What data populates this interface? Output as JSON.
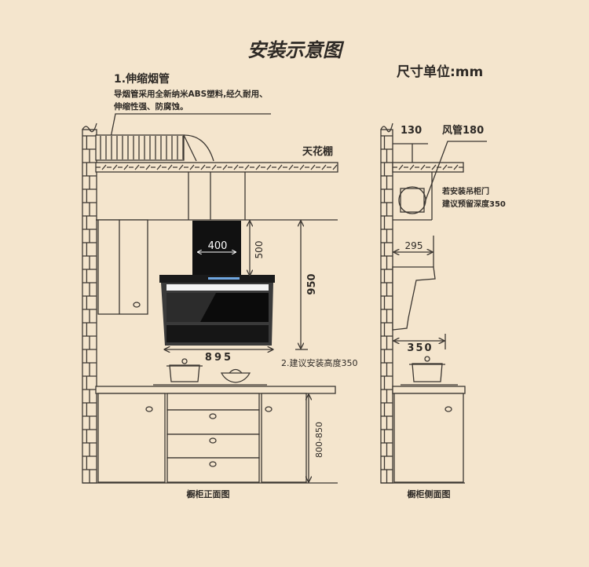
{
  "title": "安装示意图",
  "unit": "尺寸单位:mm",
  "note1": {
    "title": "1.伸缩烟管",
    "line1": "导烟管采用全新纳米ABS塑料,经久耐用、",
    "line2": "伸缩性强、防腐蚀。"
  },
  "ceiling": "天花棚",
  "dims": {
    "chimney_width": "400",
    "chimney_height": "500",
    "install_height": "950",
    "hood_width": "895",
    "cabinet_height": "800-850",
    "side_gap": "130",
    "side_depth": "295",
    "side_hood_depth": "350"
  },
  "duct": "风管180",
  "note2": "2.建议安装高度350",
  "side_note": {
    "line1": "若安装吊柜门",
    "line2": "建议预留深度350"
  },
  "labels": {
    "front": "橱柜正面图",
    "side": "橱柜侧面图"
  },
  "colors": {
    "background": "#f4e5cd",
    "line": "#3b3631",
    "hood": "#111111"
  }
}
